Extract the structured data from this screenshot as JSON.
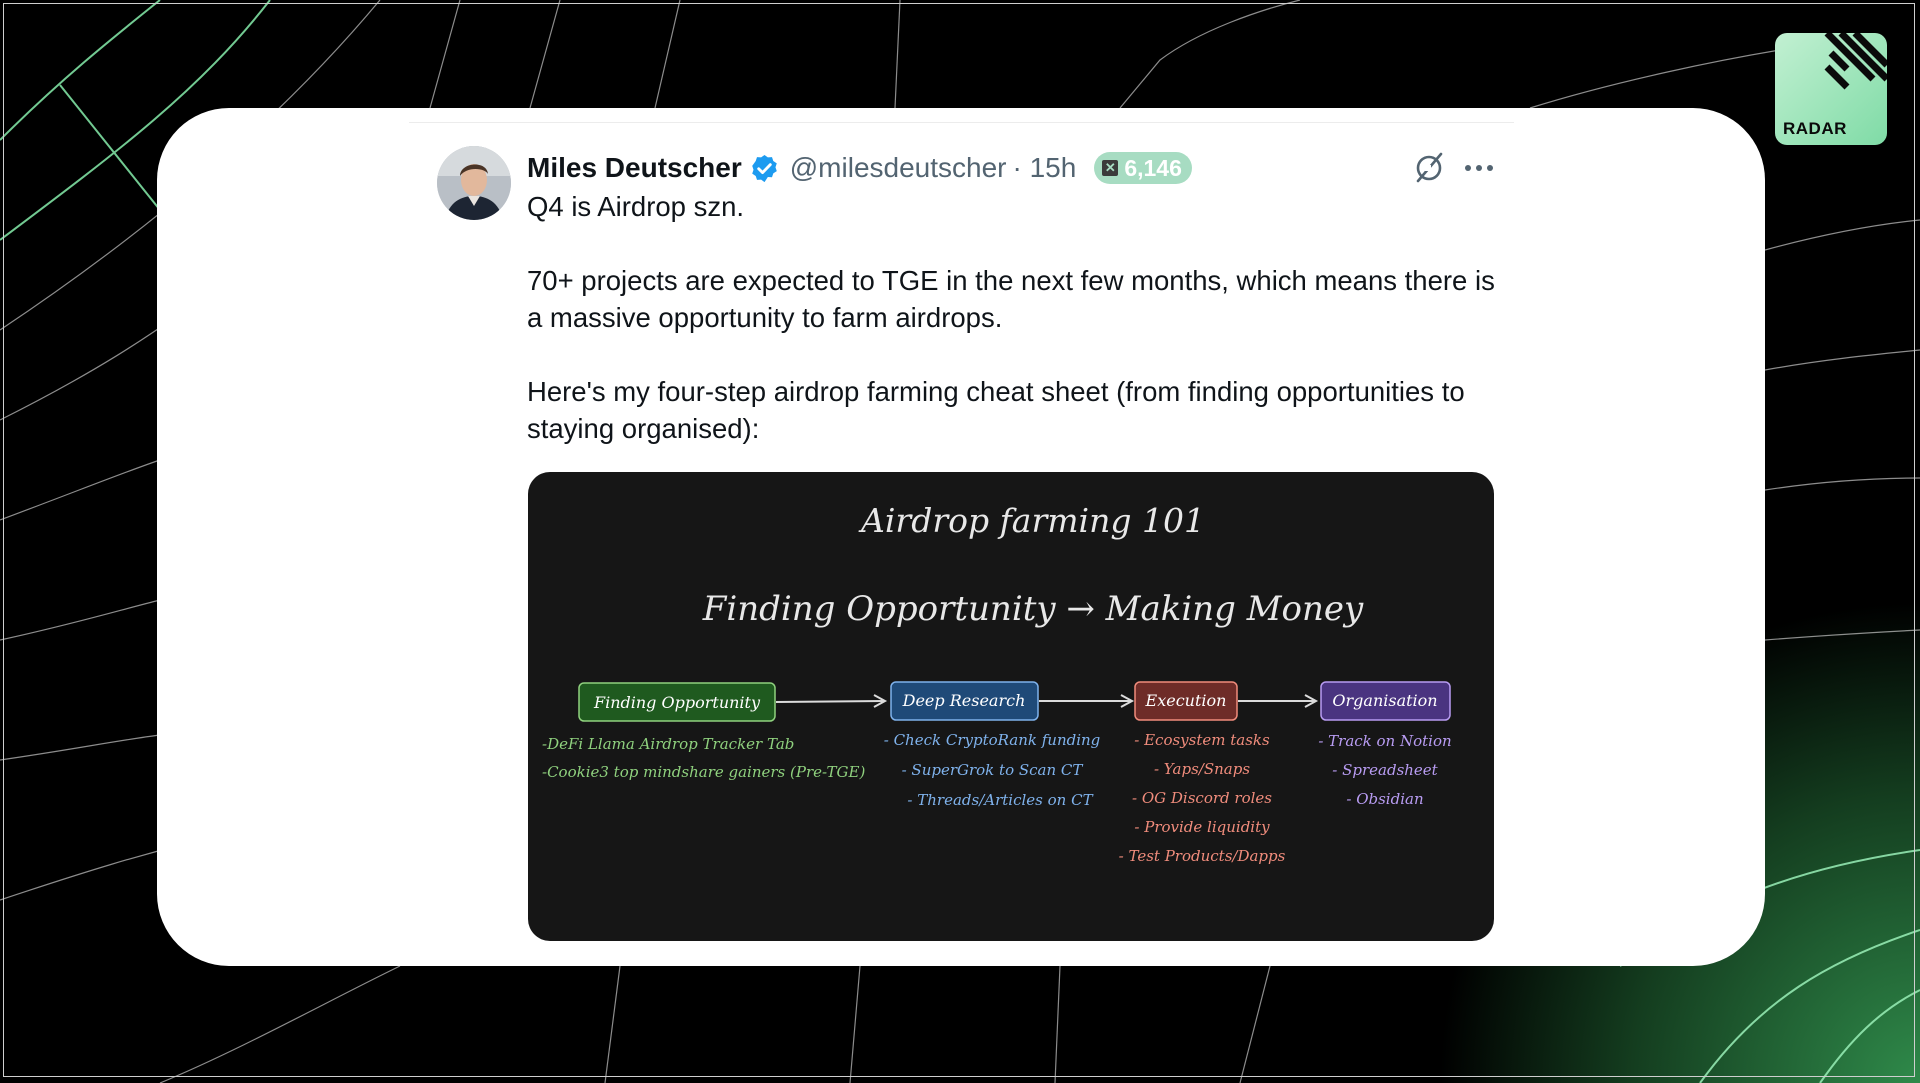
{
  "brand": {
    "logo_text": "RADAR",
    "accent": "#8be0b0"
  },
  "tweet": {
    "author_name": "Miles Deutscher",
    "handle": "@milesdeutscher",
    "time": "· 15h",
    "badge_count": "6,146",
    "paragraphs": [
      "Q4 is Airdrop szn.",
      "70+ projects are expected to TGE in the next few months, which means there is a massive opportunity to farm airdrops.",
      "Here's my four-step airdrop farming cheat sheet (from finding opportunities to staying organised):"
    ],
    "icons": {
      "grok": "grok-icon",
      "more": "more-horizontal-icon",
      "verified": "verified-badge-icon"
    }
  },
  "diagram": {
    "title": "Airdrop farming 101",
    "subtitle": "Finding Opportunity → Making Money",
    "steps": [
      {
        "label": "Finding Opportunity",
        "color": "#1f5a1f",
        "text_color": "#8fd17e",
        "items": [
          "-DeFi Llama Airdrop Tracker Tab",
          "-Cookie3 top mindshare gainers (Pre-TGE)"
        ]
      },
      {
        "label": "Deep Research",
        "color": "#1f4a78",
        "text_color": "#7fb2ec",
        "items": [
          "- Check CryptoRank funding",
          "- SuperGrok to Scan CT",
          "- Threads/Articles on CT"
        ]
      },
      {
        "label": "Execution",
        "color": "#6e2c28",
        "text_color": "#f08c7c",
        "items": [
          "- Ecosystem tasks",
          "- Yaps/Snaps",
          "- OG Discord roles",
          "- Provide liquidity",
          "- Test Products/Dapps"
        ]
      },
      {
        "label": "Organisation",
        "color": "#4a3480",
        "text_color": "#b89cf2",
        "items": [
          "- Track on Notion",
          "- Spreadsheet",
          "- Obsidian"
        ]
      }
    ]
  }
}
